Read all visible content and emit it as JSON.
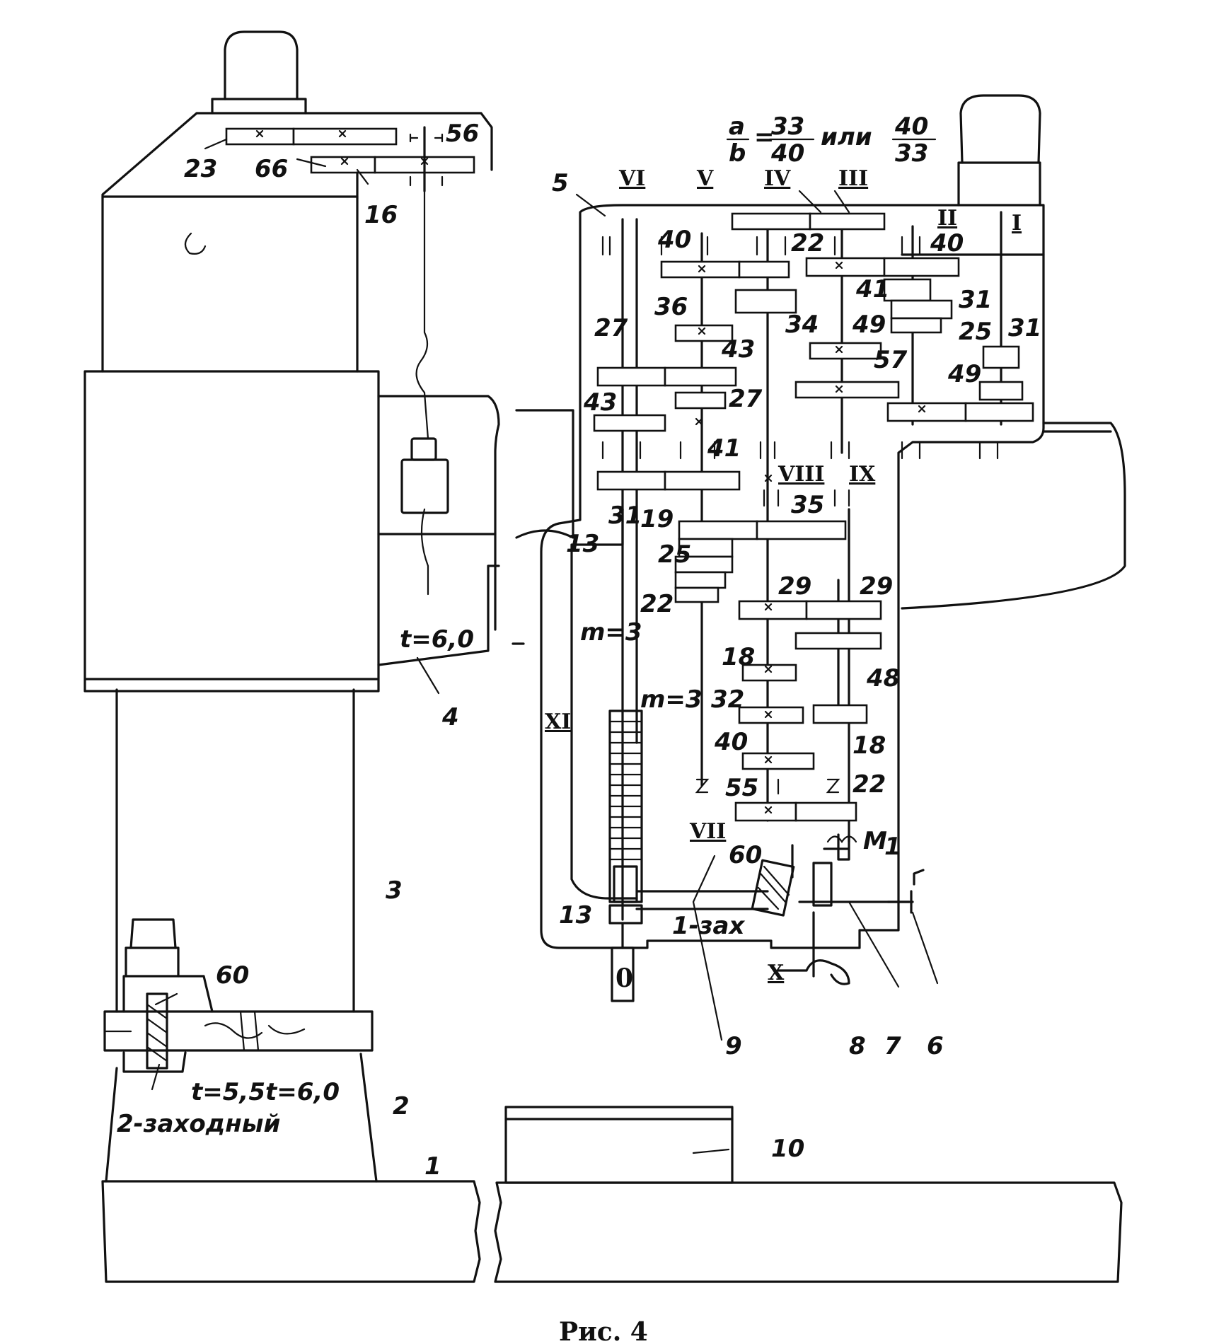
{
  "caption": "Рис. 4",
  "formula": {
    "lhs_num": "a",
    "lhs_den": "b",
    "r1_num": "33",
    "r1_den": "40",
    "word": "или",
    "r2_num": "40",
    "r2_den": "33"
  },
  "shafts": [
    "I",
    "II",
    "III",
    "IV",
    "V",
    "VI",
    "VII",
    "VIII",
    "IX",
    "X",
    "XI"
  ],
  "parts": [
    "1",
    "2",
    "3",
    "4",
    "5",
    "6",
    "7",
    "8",
    "9",
    "10"
  ],
  "gears": {
    "g23a": "23",
    "g66": "66",
    "g16": "16",
    "g56": "56",
    "g40a": "40",
    "g40b": "40",
    "g22a": "22",
    "g41a": "41",
    "g31a": "31",
    "g34": "34",
    "g36": "36",
    "g49a": "49",
    "g25": "25",
    "g31b": "31",
    "g27a": "27",
    "g43a": "43",
    "g57": "57",
    "g27b": "27",
    "g49b": "49",
    "g43b": "43",
    "g41b": "41",
    "g31c": "31",
    "g19": "19",
    "g35": "35",
    "g13a": "13",
    "g25b": "25",
    "g22b": "22",
    "g29a": "29",
    "g29b": "29",
    "g18a": "18",
    "g48": "48",
    "g32": "32",
    "g18b": "18",
    "g40c": "40",
    "g55": "55",
    "g22c": "22",
    "g60a": "60",
    "g13b": "13",
    "g60b": "60"
  },
  "notes": {
    "t60a": "t=6,0",
    "m3a": "m=3",
    "m3b": "m=3",
    "zax": "1-зах",
    "m1": "M",
    "m1sub": "1",
    "t55": "t=5,5",
    "t60b": "t=6,0",
    "two_start": "2-заходный"
  }
}
